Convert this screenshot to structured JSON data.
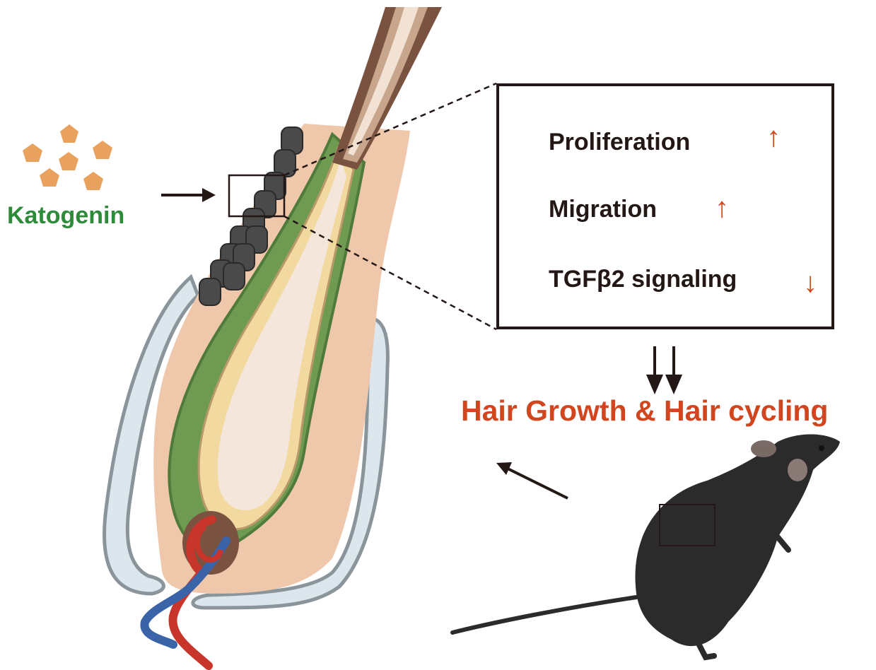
{
  "ingredient": {
    "label": "Katogenin",
    "color": "#2e8b3a"
  },
  "effects": [
    {
      "label": "Proliferation",
      "direction": "up",
      "arrow": "↑"
    },
    {
      "label": "Migration",
      "direction": "up",
      "arrow": "↑"
    },
    {
      "label": "TGFβ2 signaling",
      "direction": "down",
      "arrow": "↓"
    }
  ],
  "outcome": {
    "label": "Hair Growth & Hair cycling",
    "color": "#d2461f"
  },
  "icons": [
    "pentagon-molecule-icon",
    "hair-follicle-illustration",
    "mouse-photo",
    "arrow-icon"
  ]
}
